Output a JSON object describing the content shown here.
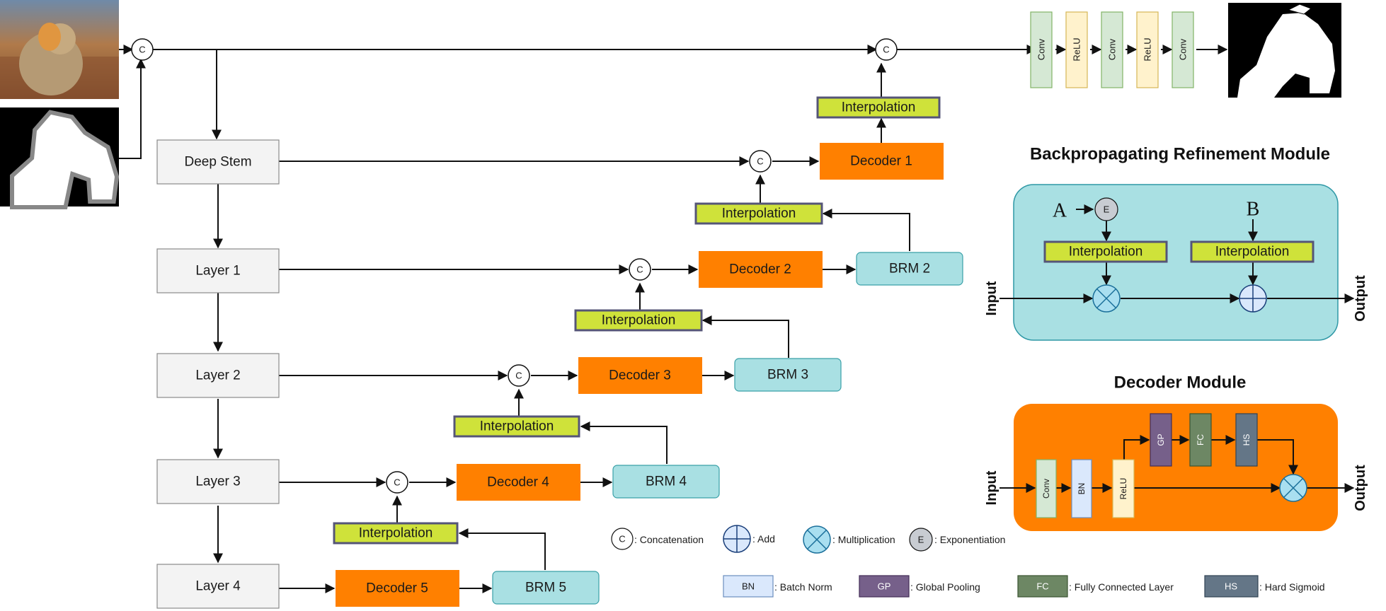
{
  "nodes": {
    "deep_stem": "Deep Stem",
    "layer1": "Layer 1",
    "layer2": "Layer 2",
    "layer3": "Layer 3",
    "layer4": "Layer 4",
    "decoder1": "Decoder 1",
    "decoder2": "Decoder 2",
    "decoder3": "Decoder 3",
    "decoder4": "Decoder 4",
    "decoder5": "Decoder 5",
    "brm2": "BRM 2",
    "brm3": "BRM 3",
    "brm4": "BRM 4",
    "brm5": "BRM 5",
    "interpolation": "Interpolation",
    "concat_symbol": "C",
    "exp_symbol": "E",
    "conv": "Conv",
    "relu": "ReLU"
  },
  "brm_module": {
    "title": "Backpropagating Refinement Module",
    "label_a": "A",
    "label_b": "B",
    "input": "Input",
    "output": "Output"
  },
  "decoder_module": {
    "title": "Decoder Module",
    "conv": "Conv",
    "bn": "BN",
    "relu": "ReLU",
    "gp": "GP",
    "fc": "FC",
    "hs": "HS",
    "input": "Input",
    "output": "Output"
  },
  "legend": {
    "concat": ": Concatenation",
    "add": ": Add",
    "mult": ": Multiplication",
    "exp": ": Exponentiation",
    "bn_key": "BN",
    "bn": ": Batch Norm",
    "gp_key": "GP",
    "gp": ": Global Pooling",
    "fc_key": "FC",
    "fc": ": Fully Connected Layer",
    "hs_key": "HS",
    "hs": ": Hard Sigmoid"
  },
  "colors": {
    "orange": "#ff8000",
    "cyan": "#a9e0e3",
    "lime": "#cfe23a",
    "gray": "#f3f3f3",
    "conv_green": "#d5e8d4",
    "relu_yellow": "#fff2cc",
    "bn_blue": "#dae8fc",
    "gp_purple": "#76608a",
    "fc_green": "#6d8764",
    "hs_slate": "#647687"
  }
}
